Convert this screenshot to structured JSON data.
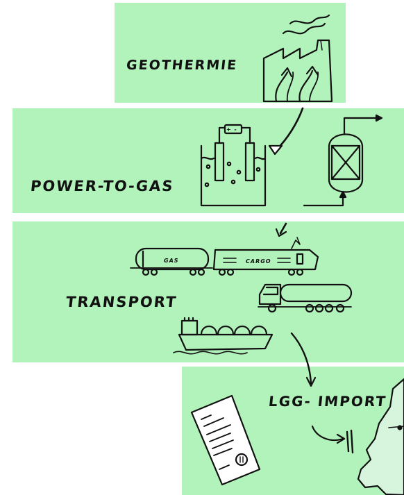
{
  "panels": [
    {
      "id": "geothermie",
      "label": "GEOTHERMIE"
    },
    {
      "id": "power-to-gas",
      "label": "POWER-TO-GAS"
    },
    {
      "id": "transport",
      "label": "TRANSPORT"
    },
    {
      "id": "lgg-import",
      "label": "LGG- IMPORT"
    }
  ],
  "transport": {
    "tank_wagon_text": "GAS",
    "cargo_wagon_text": "CARGO"
  },
  "electrolyser": {
    "battery_text": "+ -"
  },
  "colors": {
    "panel_fill": "#b2f2bb",
    "ink": "#111111",
    "map_fill": "#d6f5dc"
  }
}
